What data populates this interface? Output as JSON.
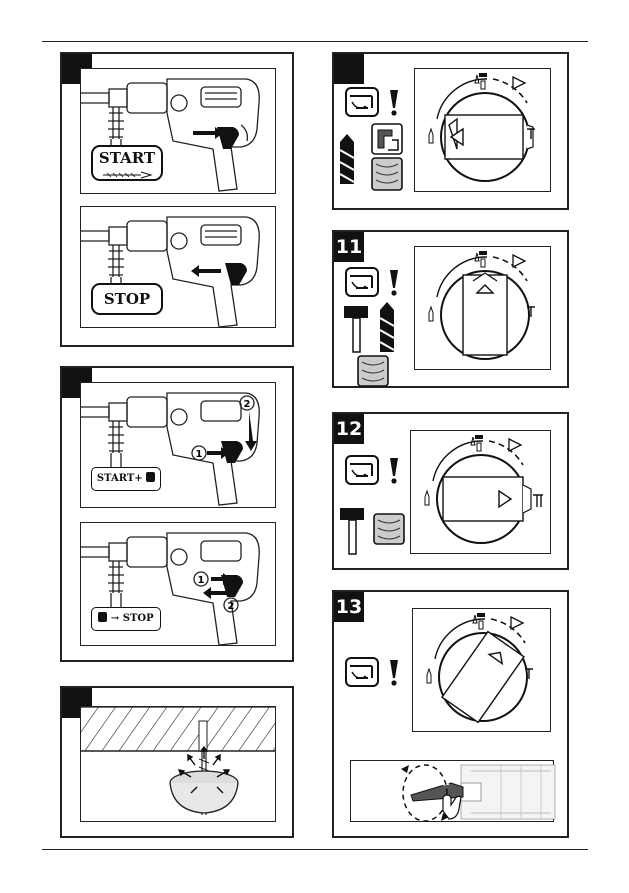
{
  "figures": {
    "fig_start_stop": {
      "number": "",
      "start_label": "START",
      "stop_label": "STOP"
    },
    "fig_lock": {
      "number": "",
      "start_lock_label": "START+",
      "stop_lock_label": "STOP",
      "step1": "1",
      "step2": "2",
      "step1b": "1",
      "step2b": "2"
    },
    "fig_dust": {
      "number": ""
    },
    "fig_10": {
      "number": ""
    },
    "fig_11": {
      "number": "11"
    },
    "fig_12": {
      "number": "12"
    },
    "fig_13": {
      "number": "13"
    }
  }
}
